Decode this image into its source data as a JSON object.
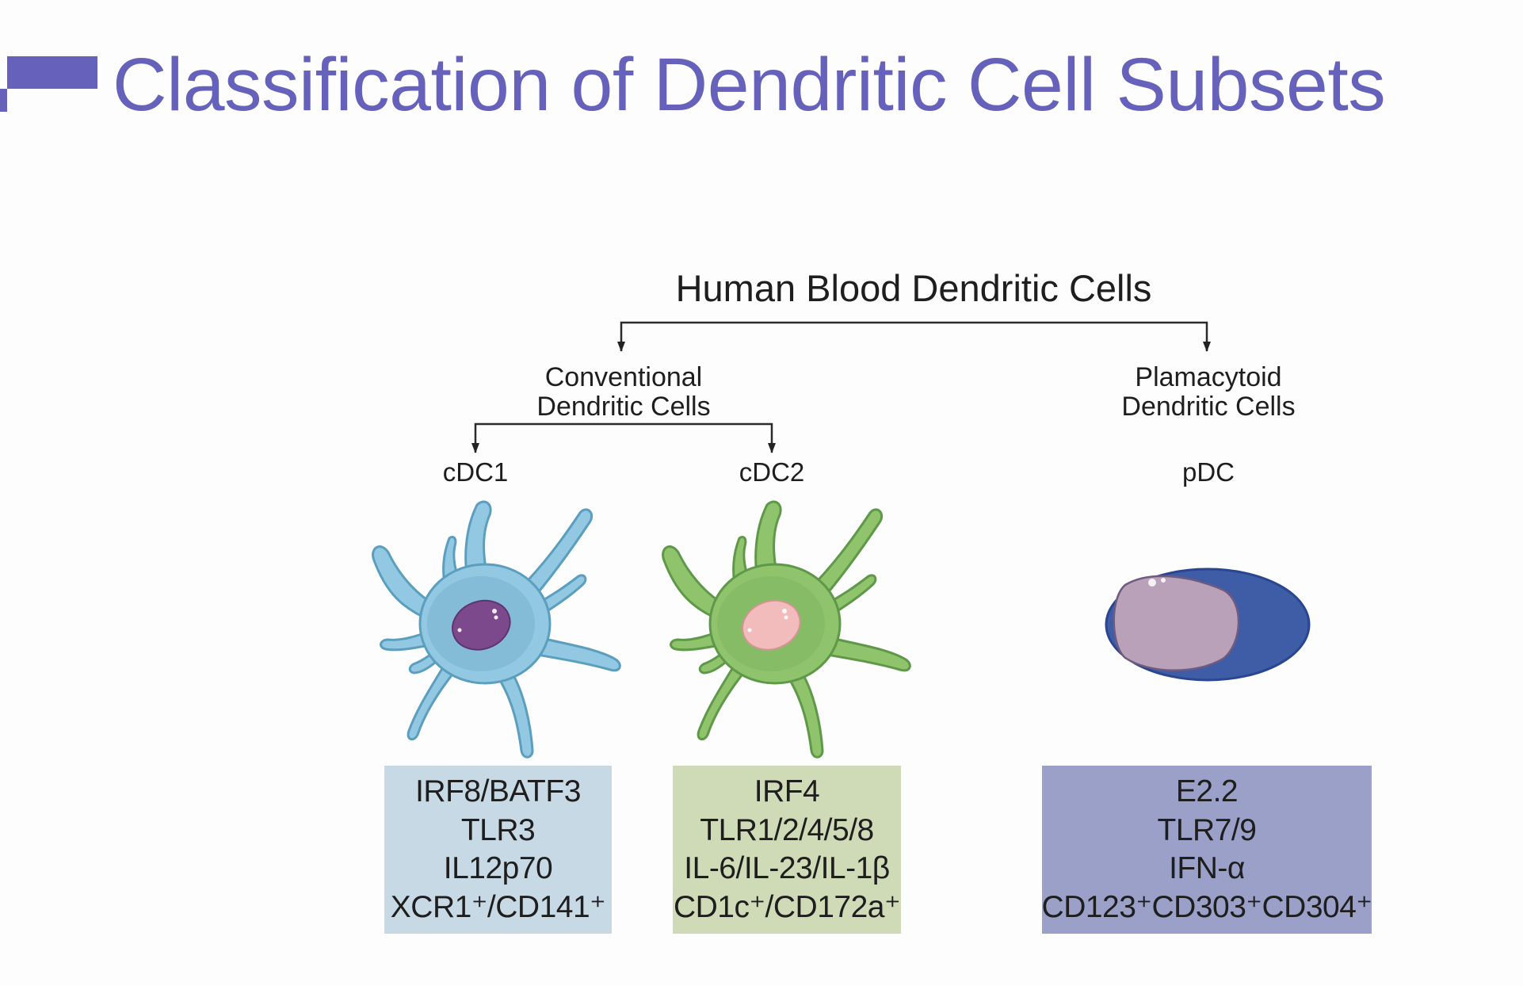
{
  "slide": {
    "title": "Classification of Dendritic Cell Subsets",
    "accent_color": "#6661bb"
  },
  "diagram": {
    "root": "Human Blood Dendritic Cells",
    "branches": {
      "conventional": {
        "line1": "Conventional",
        "line2": "Dendritic Cells"
      },
      "plasmacytoid": {
        "line1": "Plamacytoid",
        "line2": "Dendritic Cells"
      }
    },
    "subsets": [
      {
        "name": "cDC1",
        "illustration": "dendritic-cell-blue",
        "box_color": "#c8d9e6",
        "markers": [
          "IRF8/BATF3",
          "TLR3",
          "IL12p70",
          "XCR1⁺/CD141⁺"
        ]
      },
      {
        "name": "cDC2",
        "illustration": "dendritic-cell-green",
        "box_color": "#cfdab7",
        "markers": [
          "IRF4",
          "TLR1/2/4/5/8",
          "IL-6/IL-23/IL-1β",
          "CD1c⁺/CD172a⁺"
        ]
      },
      {
        "name": "pDC",
        "illustration": "plasmacytoid-cell-blue-oval",
        "box_color": "#9aa0c8",
        "markers": [
          "E2.2",
          "TLR7/9",
          "IFN-α",
          "CD123⁺CD303⁺CD304⁺"
        ]
      }
    ]
  }
}
